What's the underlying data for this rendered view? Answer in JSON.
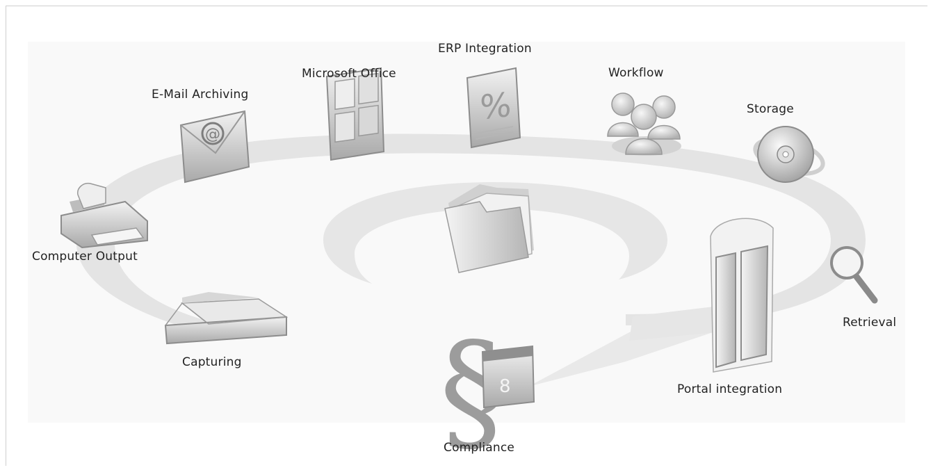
{
  "diagram": {
    "center_icon": "folder-icon",
    "modules": [
      {
        "id": "microsoft-office",
        "label": "Microsoft Office",
        "icon": "office-grid-icon"
      },
      {
        "id": "erp-integration",
        "label": "ERP Integration",
        "icon": "percent-document-icon"
      },
      {
        "id": "email-archiving",
        "label": "E-Mail Archiving",
        "icon": "envelope-at-icon"
      },
      {
        "id": "workflow",
        "label": "Workflow",
        "icon": "people-group-icon"
      },
      {
        "id": "storage",
        "label": "Storage",
        "icon": "disc-icon"
      },
      {
        "id": "computer-output",
        "label": "Computer Output",
        "icon": "printer-icon"
      },
      {
        "id": "retrieval",
        "label": "Retrieval",
        "icon": "magnifier-icon"
      },
      {
        "id": "capturing",
        "label": "Capturing",
        "icon": "scanner-icon"
      },
      {
        "id": "portal-integration",
        "label": "Portal integration",
        "icon": "portal-door-icon"
      },
      {
        "id": "compliance",
        "label": "Compliance",
        "icon": "paragraph-calendar-icon"
      }
    ],
    "compliance_calendar_number": "8",
    "colors": {
      "ring": "#e3e3e3",
      "icon_light": "#ececec",
      "icon_mid": "#c4c4c4",
      "icon_dark": "#8a8a8a",
      "label": "#222222"
    }
  }
}
